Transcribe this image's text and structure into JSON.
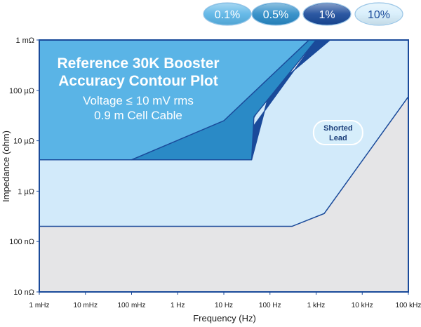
{
  "chart_data": {
    "type": "area",
    "title": "Reference 30K Booster",
    "title_line2": "Accuracy Contour Plot",
    "subtitle": "Voltage ≤ 10 mV rms",
    "subtitle_line2": "0.9 m Cell Cable",
    "xlabel": "Frequency (Hz)",
    "ylabel": "Impedance (ohm)",
    "x_scale": "log",
    "y_scale": "log",
    "xlim": [
      0.001,
      100000
    ],
    "ylim": [
      1e-08,
      0.001
    ],
    "x_ticks": [
      {
        "value": 0.001,
        "label": "1 mHz"
      },
      {
        "value": 0.01,
        "label": "10 mHz"
      },
      {
        "value": 0.1,
        "label": "100 mHz"
      },
      {
        "value": 1,
        "label": "1 Hz"
      },
      {
        "value": 10,
        "label": "10 Hz"
      },
      {
        "value": 100,
        "label": "100 Hz"
      },
      {
        "value": 1000,
        "label": "1 kHz"
      },
      {
        "value": 10000,
        "label": "10 kHz"
      },
      {
        "value": 100000,
        "label": "100 kHz"
      }
    ],
    "y_ticks": [
      {
        "value": 0.001,
        "label": "1 mΩ"
      },
      {
        "value": 0.0001,
        "label": "100 µΩ"
      },
      {
        "value": 1e-05,
        "label": "10 µΩ"
      },
      {
        "value": 1e-06,
        "label": "1 µΩ"
      },
      {
        "value": 1e-07,
        "label": "100 nΩ"
      },
      {
        "value": 1e-08,
        "label": "10 nΩ"
      }
    ],
    "legend": {
      "position": "top-right",
      "items": [
        {
          "label": "0.1%",
          "fill": "#5ab4e6",
          "text_color": "#ffffff"
        },
        {
          "label": "0.5%",
          "fill": "#2a8ac6",
          "text_color": "#ffffff"
        },
        {
          "label": "1%",
          "fill": "#1a4a9a",
          "text_color": "#ffffff"
        },
        {
          "label": "10%",
          "fill": "#d6eefb",
          "text_color": "#1a4a9a"
        }
      ]
    },
    "regions": [
      {
        "name": "10%",
        "fill": "#d2eafa",
        "points": [
          [
            0.001,
            4.2e-06
          ],
          [
            13,
            4.2e-06
          ],
          [
            100,
            0.0001
          ],
          [
            2000,
            0.001
          ],
          [
            100000,
            0.001
          ],
          [
            100000,
            7.5e-05
          ],
          [
            1500,
            3.6e-07
          ],
          [
            300,
            2e-07
          ],
          [
            0.001,
            2e-07
          ]
        ]
      },
      {
        "name": "1%",
        "fill": "#1a4a9a",
        "points": [
          [
            13,
            4.2e-06
          ],
          [
            40,
            4.2e-06
          ],
          [
            100,
            0.0001
          ],
          [
            2000,
            0.001
          ],
          [
            1000,
            0.001
          ]
        ]
      },
      {
        "name": "0.5%",
        "fill": "#2a8ac6",
        "points": [
          [
            0.1,
            4.2e-06
          ],
          [
            40,
            4.2e-06
          ],
          [
            45,
            3e-05
          ],
          [
            1000,
            0.001
          ],
          [
            700,
            0.001
          ],
          [
            10,
            2.5e-05
          ]
        ]
      },
      {
        "name": "0.1%",
        "fill": "#5ab4e6",
        "points": [
          [
            0.001,
            0.001
          ],
          [
            700,
            0.001
          ],
          [
            10,
            2.5e-05
          ],
          [
            0.1,
            4.2e-06
          ],
          [
            0.001,
            4.2e-06
          ]
        ]
      },
      {
        "name": "Shorted Lead",
        "fill": "#e5e5e7",
        "points": [
          [
            0.001,
            2e-07
          ],
          [
            300,
            2e-07
          ],
          [
            1500,
            3.6e-07
          ],
          [
            100000,
            7.5e-05
          ],
          [
            100000,
            1e-08
          ],
          [
            0.001,
            1e-08
          ]
        ]
      }
    ],
    "annotations": [
      {
        "text": "Shorted",
        "text_line2": "Lead",
        "x": 3000,
        "y": 1.45e-05
      }
    ],
    "grid": false
  }
}
